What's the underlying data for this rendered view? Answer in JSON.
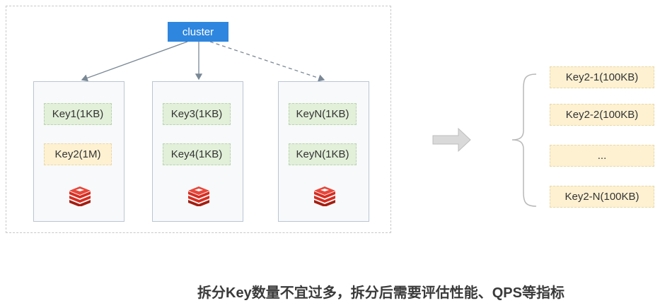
{
  "cluster": {
    "label": "cluster"
  },
  "nodes": [
    {
      "keys": [
        "Key1(1KB)",
        "Key2(1M)"
      ]
    },
    {
      "keys": [
        "Key3(1KB)",
        "Key4(1KB)"
      ]
    },
    {
      "keys": [
        "KeyN(1KB)",
        "KeyN(1KB)"
      ]
    }
  ],
  "split_keys": [
    "Key2-1(100KB)",
    "Key2-2(100KB)",
    "...",
    "Key2-N(100KB)"
  ],
  "caption": "拆分Key数量不宜过多，拆分后需要评估性能、QPS等指标",
  "colors": {
    "cluster": "#2e86de",
    "small_key": "#e2efd9",
    "big_key": "#fdf1d2",
    "redis_icon": "#d82c20"
  },
  "icons": [
    "redis-icon",
    "right-arrow-icon",
    "left-brace-icon"
  ]
}
